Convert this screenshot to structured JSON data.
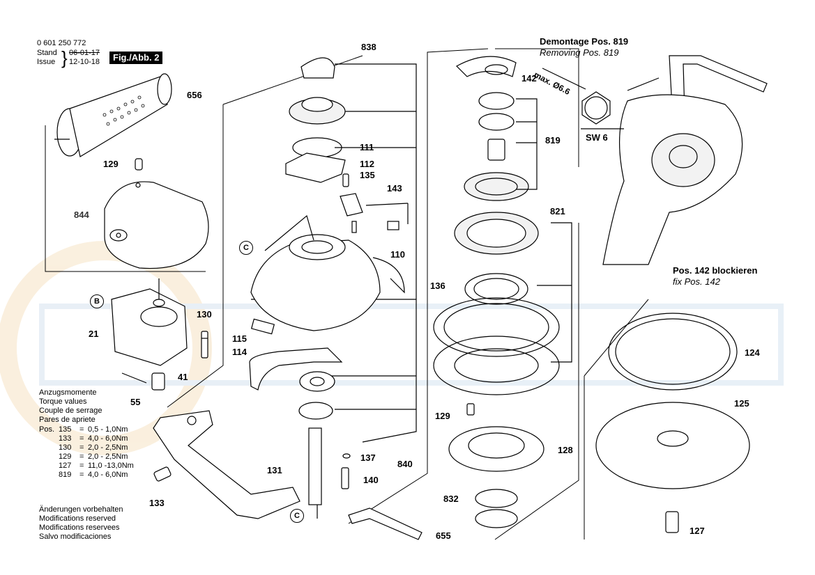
{
  "header": {
    "doc_number": "0 601 250 772",
    "stand_label": "Stand",
    "issue_label": "Issue",
    "stand_date_struck": "06-01-17",
    "issue_date": "12-10-18",
    "figure_label": "Fig./Abb. 2"
  },
  "part_numbers": {
    "p838": "838",
    "p656": "656",
    "p142": "142",
    "p129a": "129",
    "p111": "111",
    "p112": "112",
    "p135": "135",
    "p143": "143",
    "p819": "819",
    "p844": "844",
    "p110": "110",
    "p821": "821",
    "p136": "136",
    "p130": "130",
    "p21": "21",
    "p115": "115",
    "p114": "114",
    "p41": "41",
    "p55": "55",
    "p124": "124",
    "p125": "125",
    "p129b": "129",
    "p128": "128",
    "p137": "137",
    "p840": "840",
    "p140": "140",
    "p131": "131",
    "p133": "133",
    "p832": "832",
    "p655": "655",
    "p127": "127"
  },
  "letters": {
    "c1": "C",
    "c2": "C",
    "b": "B"
  },
  "removal": {
    "title_de": "Demontage Pos. 819",
    "title_en": "Removing Pos. 819",
    "max_label": "max. Ø6.6",
    "sw_label": "SW 6",
    "fix_de": "Pos. 142 blockieren",
    "fix_en": "fix Pos. 142"
  },
  "torque": {
    "titles": [
      "Anzugsmomente",
      "Torque values",
      "Couple de serrage",
      "Pares de apriete"
    ],
    "pos_label": "Pos.",
    "rows": [
      {
        "pos": "135",
        "eq": "=",
        "val": "0,5 - 1,0Nm"
      },
      {
        "pos": "133",
        "eq": "=",
        "val": "4,0 - 6,0Nm"
      },
      {
        "pos": "130",
        "eq": "=",
        "val": "2,0 - 2,5Nm"
      },
      {
        "pos": "129",
        "eq": "=",
        "val": "2,0 - 2,5Nm"
      },
      {
        "pos": "127",
        "eq": "=",
        "val": "11,0 -13,0Nm"
      },
      {
        "pos": "819",
        "eq": "=",
        "val": "4,0 - 6,0Nm"
      }
    ]
  },
  "notes": [
    "Änderungen vorbehalten",
    "Modifications reserved",
    "Modifications reservees",
    "Salvo modificaciones"
  ],
  "colors": {
    "line": "#000000",
    "gear_fill": "#f2f2f2",
    "watermark_blue": "#d6e3f0",
    "watermark_orange": "#f6e3c4"
  }
}
